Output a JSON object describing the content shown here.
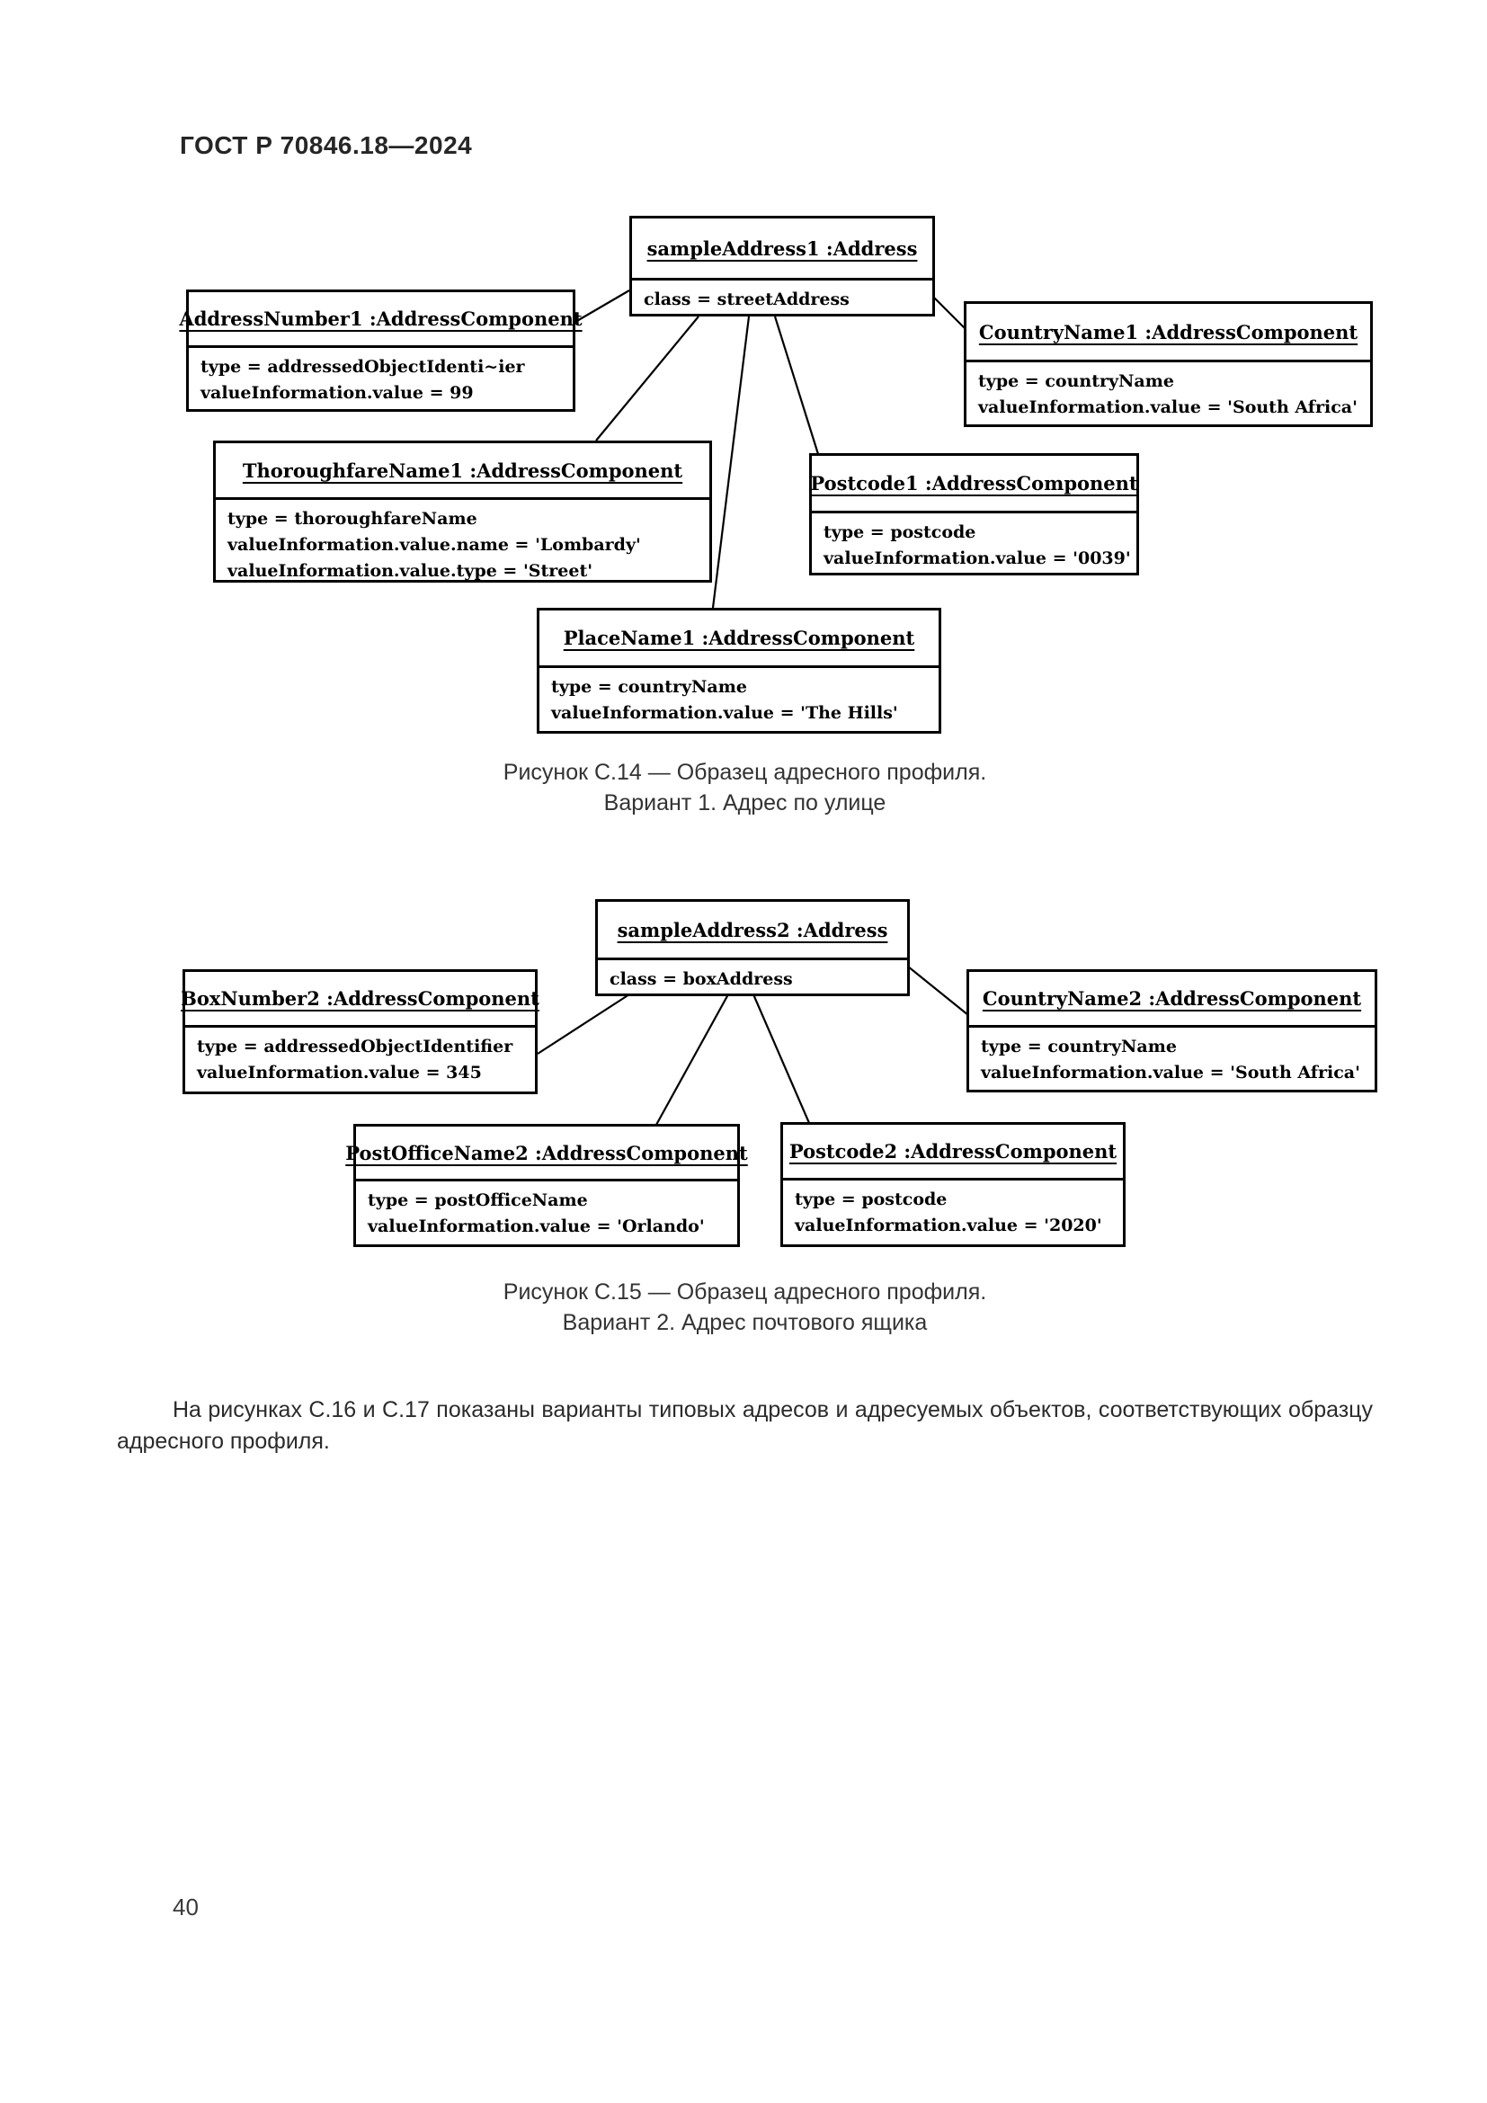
{
  "page": {
    "header": "ГОСТ Р 70846.18—2024",
    "page_number": "40",
    "paragraph": "На рисунках С.16 и С.17 показаны варианты типовых адресов и адресуемых объектов, соответствующих образцу адресного профиля."
  },
  "d1": {
    "caption_line1": "Рисунок С.14 — Образец адресного профиля.",
    "caption_line2": "Вариант 1. Адрес по улице",
    "root": {
      "title": "sampleAddress1 :Address",
      "lines": [
        "class = streetAddress"
      ]
    },
    "addressNumber": {
      "title": "AddressNumber1 :AddressComponent",
      "lines": [
        "type = addressedObjectIdenti~ier",
        "valueInformation.value = 99"
      ]
    },
    "countryName": {
      "title": "CountryName1 :AddressComponent",
      "lines": [
        "type = countryName",
        "valueInformation.value = 'South Africa'"
      ]
    },
    "thoroughfareName": {
      "title": "ThoroughfareName1 :AddressComponent",
      "lines": [
        "type = thoroughfareName",
        "valueInformation.value.name = 'Lombardy'",
        "valueInformation.value.type = 'Street'"
      ]
    },
    "postcode": {
      "title": "Postcode1 :AddressComponent",
      "lines": [
        "type = postcode",
        "valueInformation.value = '0039'"
      ]
    },
    "placeName": {
      "title": "PlaceName1 :AddressComponent",
      "lines": [
        "type = countryName",
        "valueInformation.value = 'The Hills'"
      ]
    }
  },
  "d2": {
    "caption_line1": "Рисунок С.15 — Образец адресного профиля.",
    "caption_line2": "Вариант 2. Адрес почтового ящика",
    "root": {
      "title": "sampleAddress2 :Address",
      "lines": [
        "class = boxAddress"
      ]
    },
    "boxNumber": {
      "title": "BoxNumber2 :AddressComponent",
      "lines": [
        "type = addressedObjectIdentifier",
        "valueInformation.value = 345"
      ]
    },
    "countryName": {
      "title": "CountryName2 :AddressComponent",
      "lines": [
        "type = countryName",
        "valueInformation.value = 'South Africa'"
      ]
    },
    "postOfficeName": {
      "title": "PostOfficeName2 :AddressComponent",
      "lines": [
        "type = postOfficeName",
        "valueInformation.value = 'Orlando'"
      ]
    },
    "postcode": {
      "title": "Postcode2 :AddressComponent",
      "lines": [
        "type = postcode",
        "valueInformation.value = '2020'"
      ]
    }
  }
}
